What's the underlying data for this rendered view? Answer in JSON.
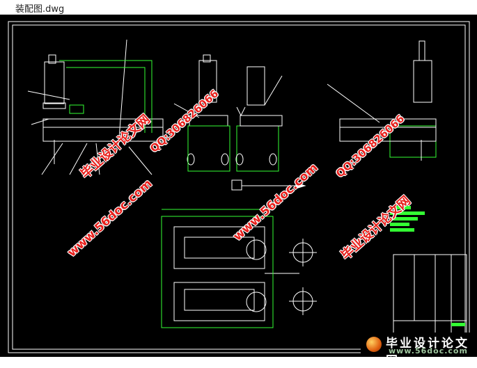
{
  "window": {
    "title": "装配图.dwg"
  },
  "watermarks": {
    "site_cn": "毕业设计论文网",
    "qq": "QQ:306826066",
    "url": "www.56doc.com"
  },
  "logo": {
    "cn": "毕业设计论文网",
    "url": "www.56doc.com"
  },
  "colors": {
    "background": "#000000",
    "lines": "#ffffff",
    "dimensions": "#33ff33",
    "watermark": "#e8201c"
  }
}
